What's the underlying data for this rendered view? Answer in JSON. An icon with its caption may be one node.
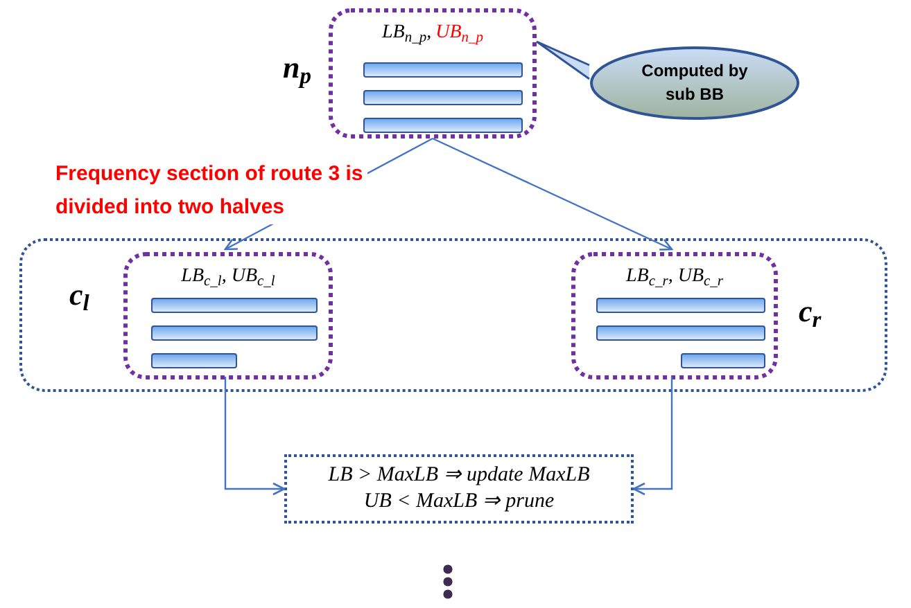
{
  "diagram": {
    "nodes": [
      {
        "text": [
          "LB$_{n_p}$,",
          "UB$_{n_p}$"
        ],
        "beside": [
          "n$_{p}$"
        ]
      },
      {
        "text": [
          "Computed by sub BB"
        ]
      },
      {
        "text": [],
        "shape": "box"
      },
      {
        "text": [
          "LB$_{c_l}$, UB$_{c_l}$"
        ],
        "in": 2,
        "beside": [
          "c$_{l}$"
        ]
      },
      {
        "text": [
          "LB$_{c_r}$, UB$_{c_r}$"
        ],
        "in": 2,
        "beside": [
          "c$_{r}$"
        ]
      },
      {
        "text": [
          "LB > MaxLB ⇒ update MaxLB",
          "UB < MaxLB ⇒ prune"
        ]
      }
    ],
    "edges": [
      {
        "from": 1,
        "to": 0,
        "arrow": "none"
      },
      {
        "from": 0,
        "to": 3,
        "arrow": "to"
      },
      {
        "from": 0,
        "to": 4,
        "arrow": "to"
      },
      {
        "from": 3,
        "to": 5,
        "arrow": "to"
      },
      {
        "from": 4,
        "to": 5,
        "arrow": "to"
      }
    ],
    "labels": [
      "Frequency section of route 3 is divided into two halves"
    ]
  }
}
